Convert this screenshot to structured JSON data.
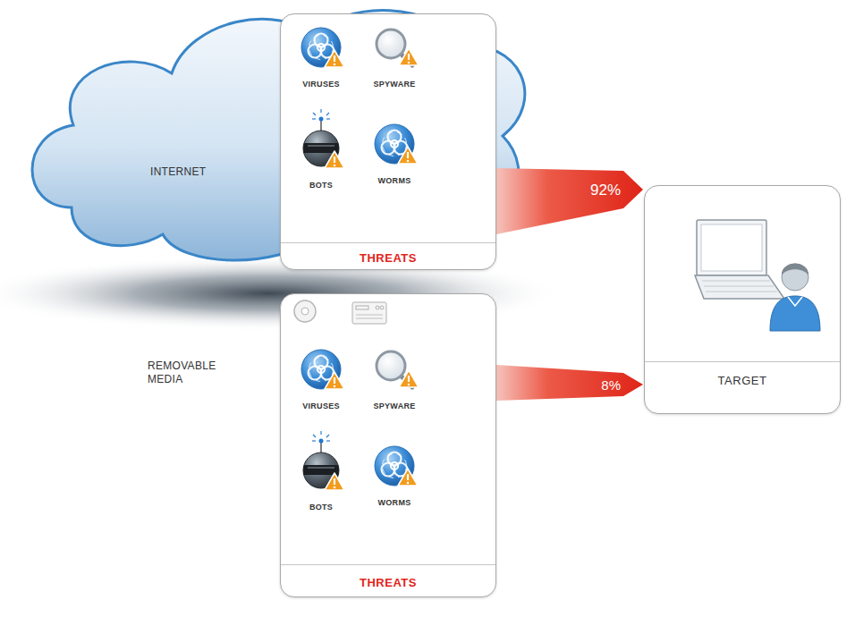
{
  "diagram": {
    "nodes": [
      {
        "text": [
          "INTERNET"
        ]
      },
      {
        "text": [
          "THREATS"
        ],
        "in": 0
      },
      {
        "text": [
          "VIRUSES"
        ],
        "in": 1
      },
      {
        "text": [
          "SPYWARE"
        ],
        "in": 1
      },
      {
        "text": [
          "BOTS"
        ],
        "in": 1
      },
      {
        "text": [
          "WORMS"
        ],
        "in": 1
      },
      {
        "text": [
          "THREATS"
        ]
      },
      {
        "text": [
          "VIRUSES"
        ],
        "in": 6
      },
      {
        "text": [
          "SPYWARE"
        ],
        "in": 6
      },
      {
        "text": [
          "BOTS"
        ],
        "in": 6
      },
      {
        "text": [
          "WORMS"
        ],
        "in": 6
      },
      {
        "text": [
          "TARGET"
        ]
      }
    ],
    "edges": [
      {
        "from": 1,
        "to": 11,
        "label": "92%",
        "arrow": "to"
      },
      {
        "from": 6,
        "to": 11,
        "label": "8%",
        "arrow": "to"
      }
    ],
    "labels": [
      "REMOVABLE MEDIA"
    ]
  }
}
